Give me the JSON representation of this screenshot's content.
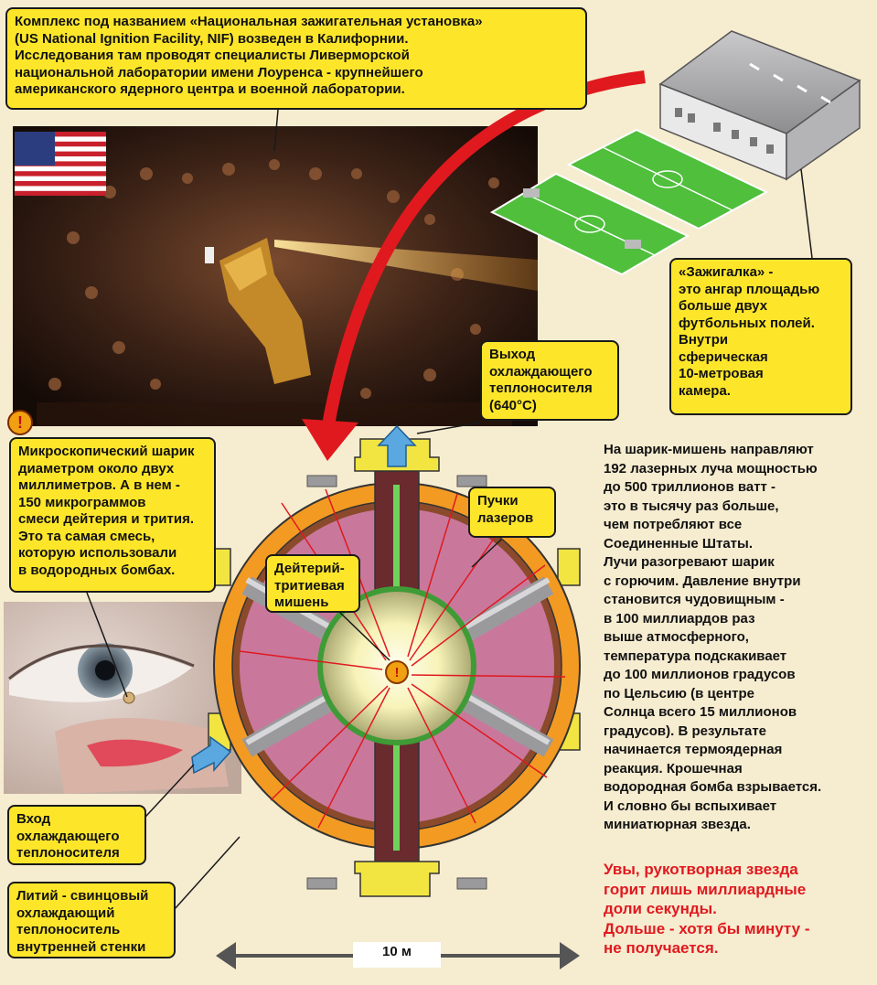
{
  "labels": {
    "intro": "Комплекс под названием «Национальная зажигательная установка»\n(US National Ignition Facility, NIF) возведен в Калифорнии.\nИсследования там проводят специалисты Ливерморской\nнациональной лаборатории имени Лоуренса - крупнейшего\nамериканского ядерного центра и  военной лаборатории.",
    "hangar": "«Зажигалка» -\nэто ангар площадью\nбольше двух\nфутбольных полей.\nВнутри\nсферическая\n10-метровая\nкамера.",
    "coolant_out": "Выход\nохлаждающего\nтеплоносителя\n(640°С)",
    "sphere": "Микроскопический шарик\nдиаметром около двух\nмиллиметров. А в нем -\n150 микрограммов\nсмеси дейтерия и трития.\nЭто та самая смесь,\nкоторую использовали\nв водородных бомбах.",
    "beams": "Пучки\nлазеров",
    "target": "Дейтерий-\nтритиевая\nмишень",
    "coolant_in": "Вход\nохлаждающего\nтеплоносителя",
    "lithium": "Литий - свинцовый\nохлаждающий\nтеплоноситель\nвнутренней стенки",
    "scale": "10 м"
  },
  "description": "На шарик-мишень направляют\n192 лазерных луча мощностью\nдо 500 триллионов ватт -\nэто в тысячу раз больше,\nчем потребляют все\nСоединенные Штаты.\nЛучи разогревают шарик\nс горючим. Давление внутри\nстановится чудовищным  -\nв 100 миллиардов раз\nвыше атмосферного,\nтемпература подскакивает\nдо 100 миллионов градусов\nпо Цельсию (в центре\nСолнца всего 15 миллионов\nградусов). В результате\nначинается термоядерная\nреакция. Крошечная\nводородная бомба взрывается.\nИ словно бы вспыхивает\nминиатюрная звезда.",
  "conclusion": "Увы, рукотворная звезда\nгорит лишь миллиардные\nдоли секунды.\nДольше - хотя бы минуту -\nне получается.",
  "icons": {
    "warning": "!"
  },
  "colors": {
    "box": "#fde62a",
    "orange": "#f39a23",
    "wall": "#c9789c",
    "red": "#e0191f",
    "field": "#4fbf3c",
    "background": "#f6ecd0"
  }
}
